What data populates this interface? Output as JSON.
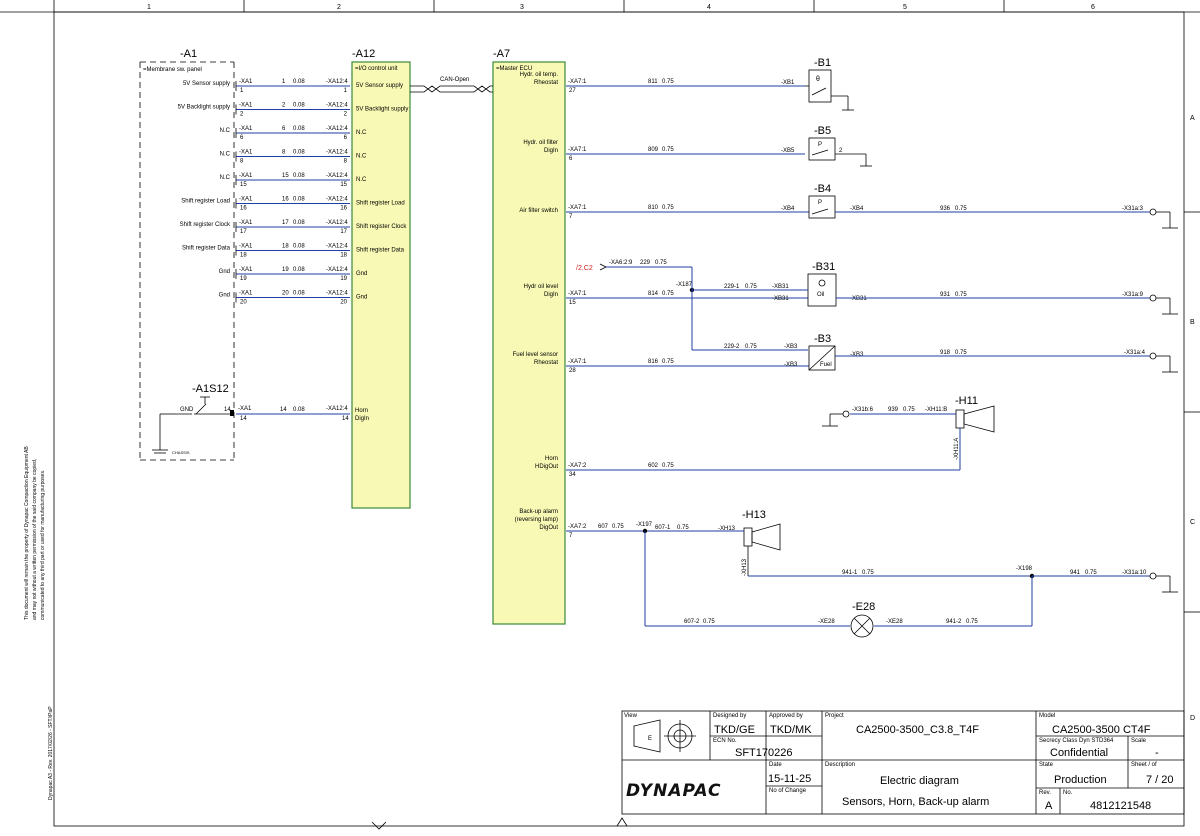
{
  "frame": {
    "columns": [
      "1",
      "2",
      "3",
      "4",
      "5",
      "6"
    ],
    "rows": [
      "A",
      "B",
      "C",
      "D"
    ],
    "side_note": [
      "This document will remain the property of Dynapac Compaction Equipment AB",
      "and may not without a written permission of the said company be copied,",
      "communicated to any third part or used for manufacturing purposes."
    ],
    "template_note": "Dynapac A3 - Rev. 2017/02/26 - SFT/iPaP"
  },
  "components": {
    "a1": {
      "title": "-A1",
      "subtitle": "=Membrane sw. panel"
    },
    "a12": {
      "title": "-A12",
      "subtitle": "=I/O control unit"
    },
    "a7": {
      "title": "-A7",
      "subtitle": "=Master ECU"
    },
    "a1s12": {
      "title": "-A1S12"
    },
    "can": "CAN-Open",
    "b1": "-B1",
    "b5": "-B5",
    "b4": "-B4",
    "b31": "-B31",
    "b3": "-B3",
    "h11": "-H11",
    "h13": "-H13",
    "e28": "-E28",
    "fuel": "Fuel",
    "oil": "Oil"
  },
  "a1_rows": [
    {
      "label": "5V Sensor supply",
      "pin": "1",
      "wire": "1",
      "gauge": "0.08"
    },
    {
      "label": "5V Backlight supply",
      "pin": "2",
      "wire": "2",
      "gauge": "0.08"
    },
    {
      "label": "N.C",
      "pin": "6",
      "wire": "6",
      "gauge": "0.08"
    },
    {
      "label": "N.C",
      "pin": "8",
      "wire": "8",
      "gauge": "0.08"
    },
    {
      "label": "N.C",
      "pin": "15",
      "wire": "15",
      "gauge": "0.08"
    },
    {
      "label": "Shift register Load",
      "pin": "16",
      "wire": "16",
      "gauge": "0.08"
    },
    {
      "label": "Shift register Clock",
      "pin": "17",
      "wire": "17",
      "gauge": "0.08"
    },
    {
      "label": "Shift register Data",
      "pin": "18",
      "wire": "18",
      "gauge": "0.08"
    },
    {
      "label": "Gnd",
      "pin": "19",
      "wire": "19",
      "gauge": "0.08"
    },
    {
      "label": "Gnd",
      "pin": "20",
      "wire": "20",
      "gauge": "0.08"
    }
  ],
  "a12_rows": [
    "5V Sensor supply",
    "5V Backlight supply",
    "N.C",
    "N.C",
    "N.C",
    "Shift register Load",
    "Shift register Clock",
    "Shift register Data",
    "Gnd",
    "Gnd"
  ],
  "connector_labels": {
    "xa1": "-XA1",
    "xa12_4": "-XA12:4",
    "xa7_1": "-XA7:1",
    "xa7_2": "-XA7:2"
  },
  "horn_row": {
    "gnd": "GND",
    "pin": "14",
    "wire": "14",
    "gauge": "0.08",
    "a12_label": [
      "Horn",
      "DigIn"
    ]
  },
  "a7_rows": [
    {
      "label": [
        "Hydr. oil temp.",
        "Rheostat"
      ],
      "pin": "27",
      "wire": "811",
      "gauge": "0.75"
    },
    {
      "label": [
        "Hydr. oil filter",
        "DigIn"
      ],
      "pin": "6",
      "wire": "809",
      "gauge": "0.75"
    },
    {
      "label": [
        "Air filter switch"
      ],
      "pin": "7",
      "wire": "810",
      "gauge": "0.75"
    },
    {
      "label": [
        "Hydr oil level",
        "DigIn"
      ],
      "pin": "15",
      "wire": "814",
      "gauge": "0.75"
    },
    {
      "label": [
        "Fuel level sensor",
        "Rheostat"
      ],
      "pin": "28",
      "wire": "816",
      "gauge": "0.75"
    },
    {
      "label": [
        "Horn",
        "HDigOut"
      ],
      "pin": "34",
      "wire": "602",
      "gauge": "0.75"
    },
    {
      "label": [
        "Back-up alarm",
        "(reversing lamp)",
        "DigOut"
      ],
      "pin": "7",
      "wire": "607",
      "gauge": "0.75"
    }
  ],
  "wires": {
    "xa6": "-XA6:2:9",
    "w229": "229",
    "x187": "-X187",
    "ref": "/2.C2",
    "w229_1": "229-1",
    "w229_2": "229-2",
    "w936": "936",
    "w931": "931",
    "w918": "918",
    "w939": "939",
    "w941_1": "941-1",
    "w941": "941",
    "w941_2": "941-2",
    "w607_1": "607-1",
    "w607_2": "607-2",
    "x197": "-X197",
    "x198": "-X198",
    "g075": "0.75"
  },
  "plugs": {
    "xb1": "-XB1",
    "xb5": "-XB5",
    "xb4": "-XB4",
    "xb31": "-XB31",
    "xb3": "-XB3",
    "xh11b": "-XH11:B",
    "xh11a": "-XH11:A",
    "xh13": "-XH13",
    "xe28": "-XE28",
    "x31a3": "-X31a:3",
    "x31a9": "-X31a:9",
    "x31a4": "-X31a:4",
    "x31a10": "-X31a:10",
    "x31b6": "-X31b:6",
    "chassis": "CHASSIS"
  },
  "title_block": {
    "view_label": "View",
    "view_value": "E",
    "designed_label": "Designed by",
    "designed": "TKD/GE",
    "approved_label": "Approved by",
    "approved": "TKD/MK",
    "project_label": "Project",
    "project": "CA2500-3500_C3.8_T4F",
    "model_label": "Model",
    "model": "CA2500-3500 CT4F",
    "ecn_label": "ECN No.",
    "ecn": "SFT170226",
    "secrecy_label": "Secrecy Class Dyn STD364",
    "secrecy": "Confidential",
    "scale_label": "Scale",
    "scale": "-",
    "date_label": "Date",
    "date": "15-11-25",
    "desc_label": "Description",
    "desc1": "Electric diagram",
    "desc2": "Sensors, Horn, Back-up alarm",
    "state_label": "State",
    "state": "Production",
    "sheet_label": "Sheet / of",
    "sheet": "7 / 20",
    "nochange_label": "No of Change",
    "rev_label": "Rev.",
    "rev": "A",
    "no_label": "No.",
    "no": "4812121548",
    "brand": "DYNAPAC"
  }
}
